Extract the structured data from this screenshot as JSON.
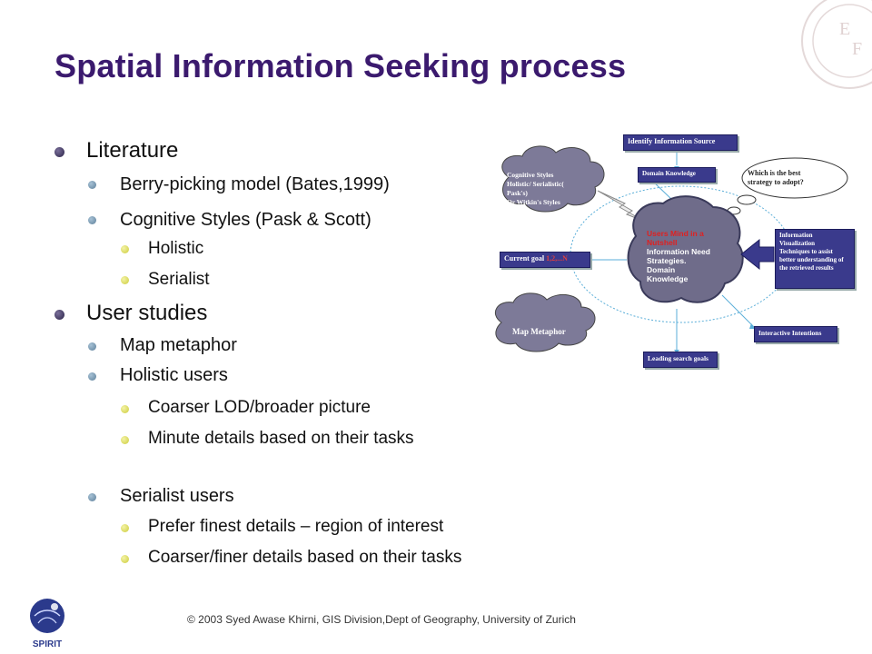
{
  "title": "Spatial Information Seeking process",
  "bullets": {
    "literature": "Literature",
    "berry": "Berry-picking model (Bates,1999)",
    "cognitive": "Cognitive Styles (Pask & Scott)",
    "holistic": "Holistic",
    "serialist": "Serialist",
    "user_studies": "User studies",
    "map_metaphor": "Map metaphor",
    "holistic_users": "Holistic  users",
    "coarser_lod": "Coarser LOD/broader picture",
    "minute_details": "Minute details based on their tasks",
    "serialist_users": "Serialist users",
    "prefer_finest": "Prefer finest details – region of interest",
    "coarser_finer": "Coarser/finer details based on their tasks"
  },
  "diagram": {
    "identify_source": "Identify Information Source",
    "domain_knowledge": "Domain Knowledge",
    "best_strategy_1": "Which is the best",
    "best_strategy_2": "strategy to adopt?",
    "cognitive_cloud_1": "Cognitive Styles",
    "cognitive_cloud_2": "Holistic/ Serialistic(",
    "cognitive_cloud_3": "Pask's)",
    "cognitive_cloud_4": "Or Witkin's Styles",
    "mind_1": "Users Mind in a",
    "mind_2": "Nutshell",
    "mind_3": "Information Need",
    "mind_4": "Strategies.",
    "mind_5": "Domain",
    "mind_6": "Knowledge",
    "current_goal": "Current goal",
    "current_goal_suffix": "1,2,...N",
    "info_vis_1": "Information",
    "info_vis_2": "Visualization",
    "info_vis_3": "Techniques to assist",
    "info_vis_4": "better understanding of",
    "info_vis_5": "the retrieved results",
    "map_metaphor_cloud": "Map Metaphor",
    "interactive_intentions": "Interactive Intentions",
    "leading_goals": "Leading search goals"
  },
  "footer": "© 2003 Syed Awase Khirni, GIS Division,Dept of Geography, University of Zurich",
  "logo_text": "SPIRIT",
  "colors": {
    "title": "#3b1a6e",
    "box": "#3a3a8c",
    "cloud": "#7d7a98",
    "mind": "#6f6c8a"
  }
}
